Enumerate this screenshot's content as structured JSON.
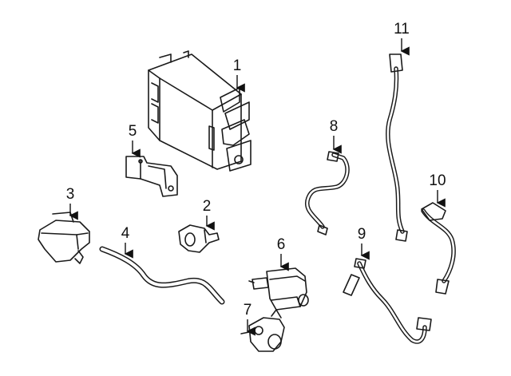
{
  "callouts": [
    {
      "id": "callout-1",
      "label": "1"
    },
    {
      "id": "callout-2",
      "label": "2"
    },
    {
      "id": "callout-3",
      "label": "3"
    },
    {
      "id": "callout-4",
      "label": "4"
    },
    {
      "id": "callout-5",
      "label": "5"
    },
    {
      "id": "callout-6",
      "label": "6"
    },
    {
      "id": "callout-7",
      "label": "7"
    },
    {
      "id": "callout-8",
      "label": "8"
    },
    {
      "id": "callout-9",
      "label": "9"
    },
    {
      "id": "callout-10",
      "label": "10"
    },
    {
      "id": "callout-11",
      "label": "11"
    }
  ],
  "colors": {
    "background": "#ffffff",
    "line": "#1a1a1a"
  }
}
